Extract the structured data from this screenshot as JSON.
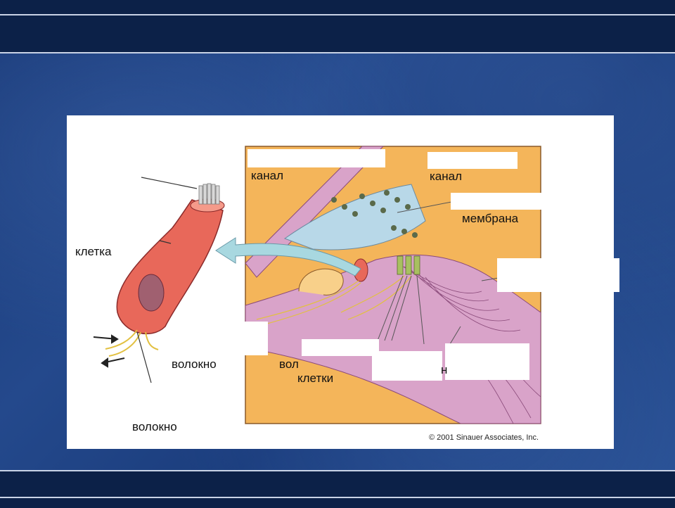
{
  "labels": {
    "canal_left": "канал",
    "canal_right": "канал",
    "membrane": "мембрана",
    "cell": "клетка",
    "fiber_1": "волокно",
    "fiber_2": "волокно",
    "fiber_3": "вол",
    "cells": "клетки",
    "partial_n": "н"
  },
  "credit": "© 2001 Sinauer Associates, Inc.",
  "colors": {
    "band": "#0c2148",
    "background": "#1f4488",
    "cell": "#e8685a",
    "tissue": "#f4b55a",
    "membrane": "#d9a3c9",
    "tectorial": "#b8d8e8"
  }
}
